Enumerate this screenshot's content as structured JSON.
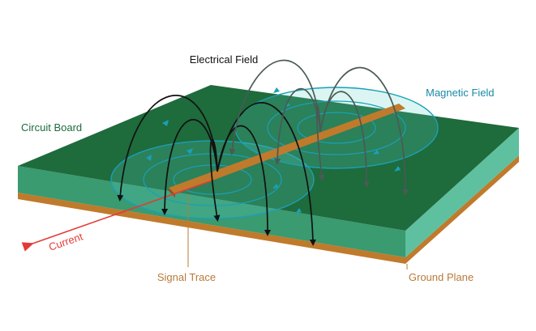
{
  "labels": {
    "electrical_field": "Electrical Field",
    "magnetic_field": "Magnetic Field",
    "circuit_board": "Circuit Board",
    "current": "Current",
    "signal_trace": "Signal Trace",
    "ground_plane": "Ground Plane"
  },
  "colors": {
    "board_top": "#1e6b3c",
    "board_front": "#3a9a70",
    "board_side": "#5fc0a0",
    "copper": "#c07a2c",
    "field_line": "#111111",
    "magnetic": "#1aa0b8",
    "current": "#e53935",
    "label_teal": "#1a8aa8",
    "label_green": "#1e6b3c",
    "label_orange": "#b87a3a"
  }
}
